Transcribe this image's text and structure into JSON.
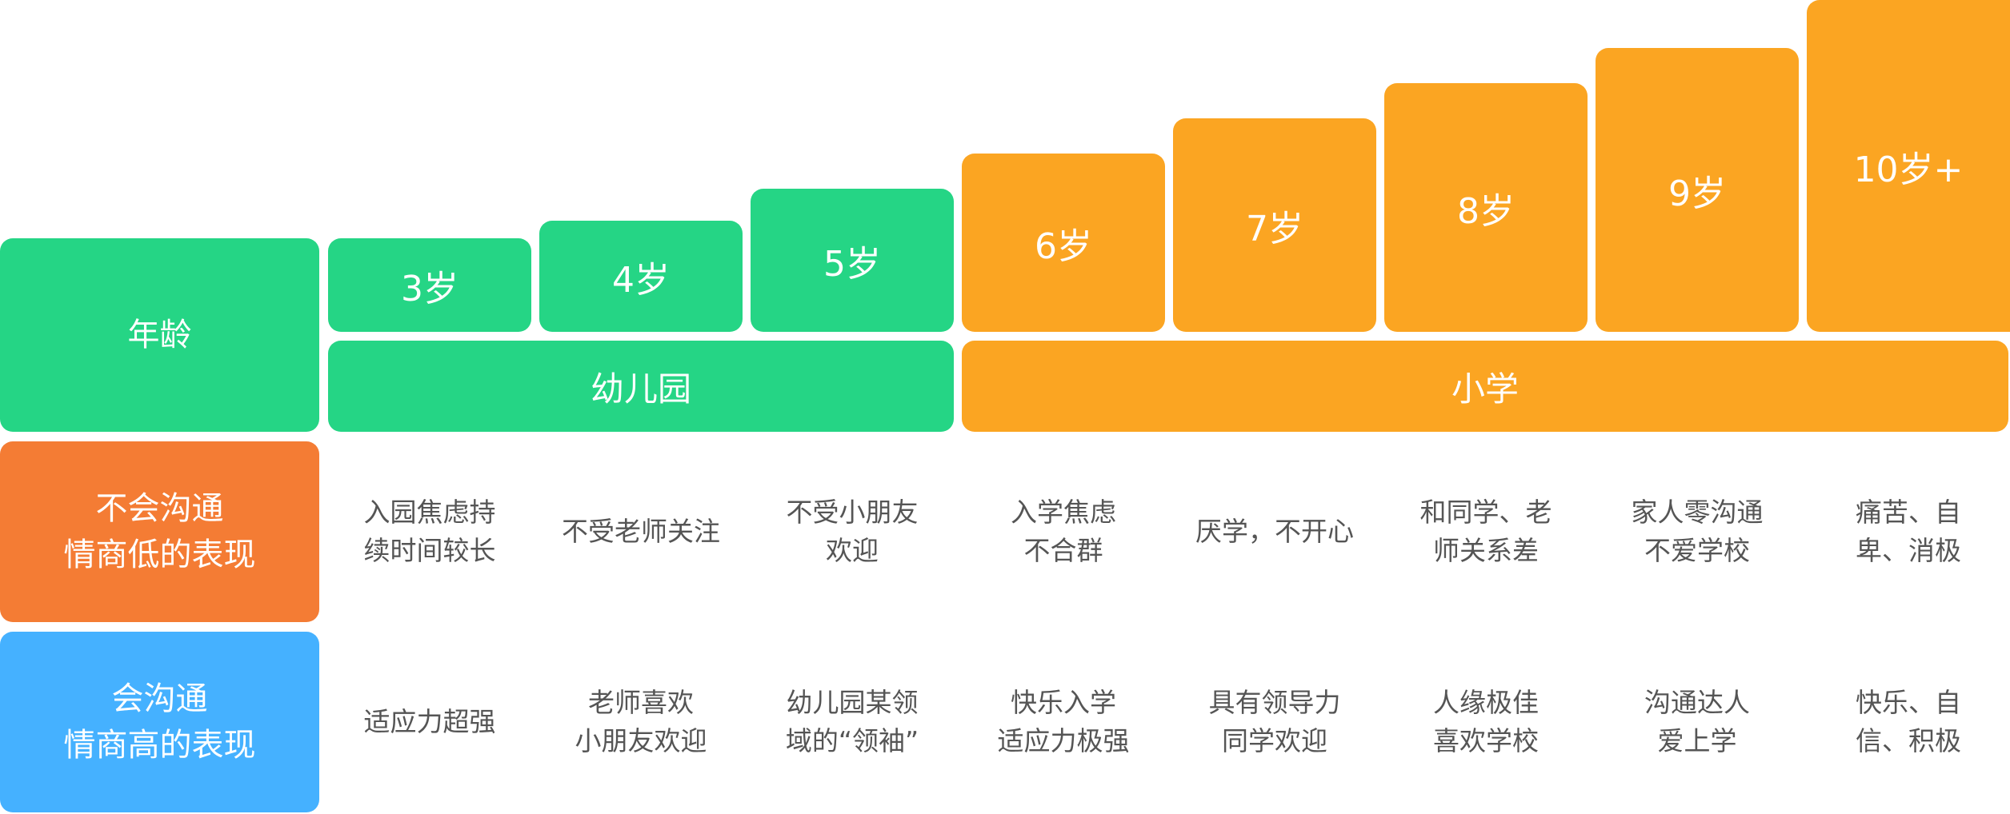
{
  "row_labels": {
    "age": "年龄",
    "low": [
      "不会沟通",
      "情商低的表现"
    ],
    "high": [
      "会沟通",
      "情商高的表现"
    ]
  },
  "stages": {
    "kindergarten": "幼儿园",
    "primary": "小学"
  },
  "ages": [
    "3岁",
    "4岁",
    "5岁",
    "6岁",
    "7岁",
    "8岁",
    "9岁",
    "10岁+"
  ],
  "low_eq": [
    [
      "入园焦虑持",
      "续时间较长"
    ],
    [
      "不受老师关注"
    ],
    [
      "不受小朋友",
      "欢迎"
    ],
    [
      "入学焦虑",
      "不合群"
    ],
    [
      "厌学，不开心"
    ],
    [
      "和同学、老",
      "师关系差"
    ],
    [
      "家人零沟通",
      "不爱学校"
    ],
    [
      "痛苦、自",
      "卑、消极"
    ]
  ],
  "high_eq": [
    [
      "适应力超强"
    ],
    [
      "老师喜欢",
      "小朋友欢迎"
    ],
    [
      "幼儿园某领",
      "域的“领袖”"
    ],
    [
      "快乐入学",
      "适应力极强"
    ],
    [
      "具有领导力",
      "同学欢迎"
    ],
    [
      "人缘极佳",
      "喜欢学校"
    ],
    [
      "沟通达人",
      "爱上学"
    ],
    [
      "快乐、自",
      "信、积极"
    ]
  ],
  "colors": {
    "kindergarten": "#25d585",
    "primary": "#fba522",
    "low_eq_label": "#f47c34",
    "high_eq_label": "#45b1ff",
    "body_text": "#555555"
  }
}
